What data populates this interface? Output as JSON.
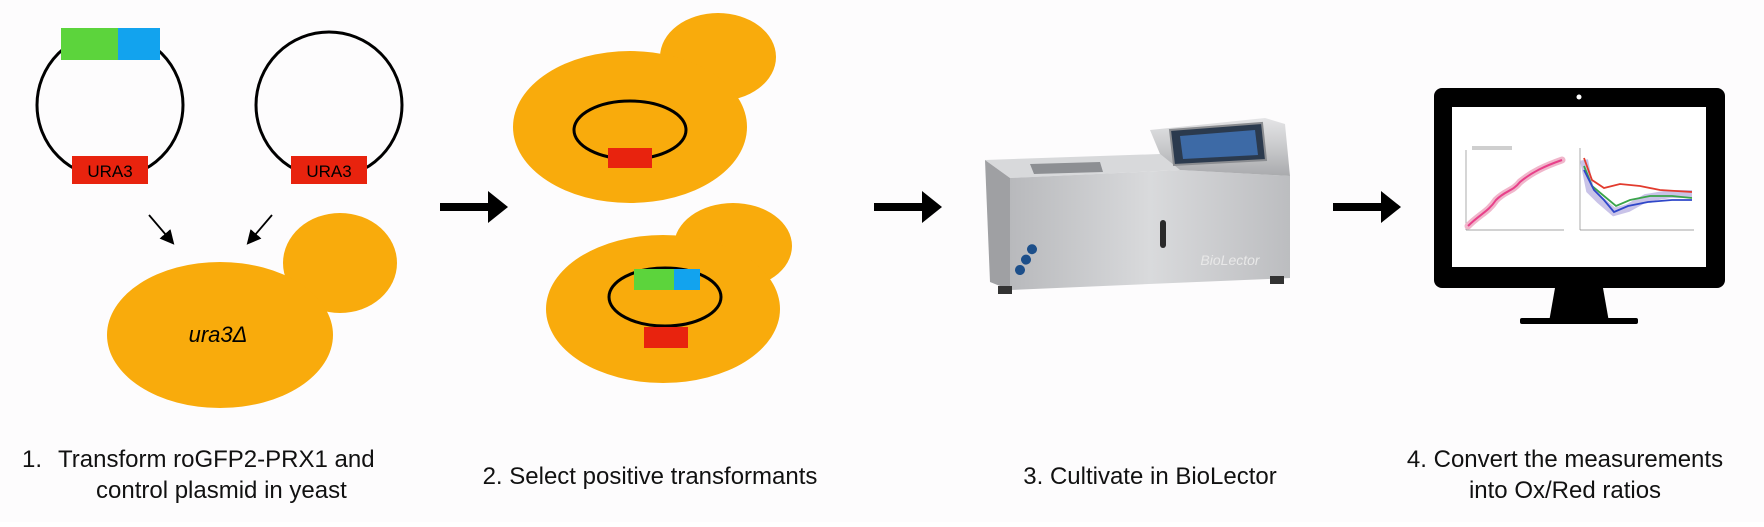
{
  "plasmids": {
    "marker_label_left": "URA3",
    "marker_label_right": "URA3"
  },
  "yeast": {
    "genotype_label": "ura3Δ"
  },
  "instrument": {
    "brand_label": "BioLector"
  },
  "captions": {
    "step1_number": "1.",
    "step1_line1": "Transform roGFP2-PRX1 and",
    "step1_line2": "control plasmid in yeast",
    "step2": "2. Select positive transformants",
    "step3": "3. Cultivate in BioLector",
    "step4_line1": "4. Convert the measurements",
    "step4_line2": "into Ox/Red ratios"
  },
  "colors": {
    "yeast": "#f9ab0c",
    "marker_red": "#e8230e",
    "gfp_green": "#5cd43c",
    "prx_blue": "#12a3ee",
    "arrow": "#000000",
    "monitor": "#000000"
  },
  "icons": [
    "right-arrow-icon",
    "diagonal-arrow-icon",
    "monitor-icon"
  ]
}
